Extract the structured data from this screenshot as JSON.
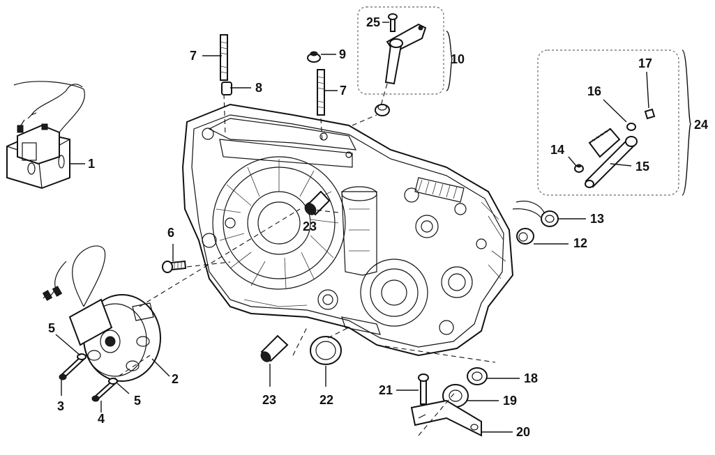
{
  "diagram": {
    "callouts": {
      "p1": "1",
      "p2": "2",
      "p3": "3",
      "p4": "4",
      "p5a": "5",
      "p5b": "5",
      "p6": "6",
      "p7a": "7",
      "p7b": "7",
      "p8": "8",
      "p9": "9",
      "p10": "10",
      "p12": "12",
      "p13": "13",
      "p14": "14",
      "p15": "15",
      "p16": "16",
      "p17": "17",
      "p18": "18",
      "p19": "19",
      "p20": "20",
      "p21": "21",
      "p22": "22",
      "p23a": "23",
      "p23b": "23",
      "p24": "24",
      "p25": "25"
    }
  },
  "colors": {
    "ink": "#111111",
    "paper": "#ffffff",
    "group_border": "#666666"
  }
}
